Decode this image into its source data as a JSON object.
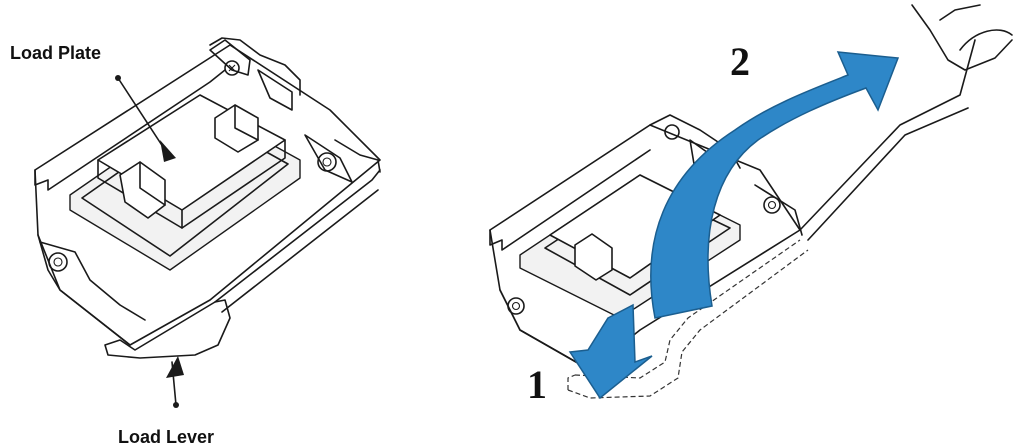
{
  "labels": {
    "load_plate": "Load Plate",
    "load_lever": "Load Lever"
  },
  "steps": {
    "step1": "1",
    "step2": "2"
  },
  "colors": {
    "arrow_fill": "#2E87C8",
    "arrow_stroke": "#1B5E8F",
    "line": "#1a1a1a"
  }
}
